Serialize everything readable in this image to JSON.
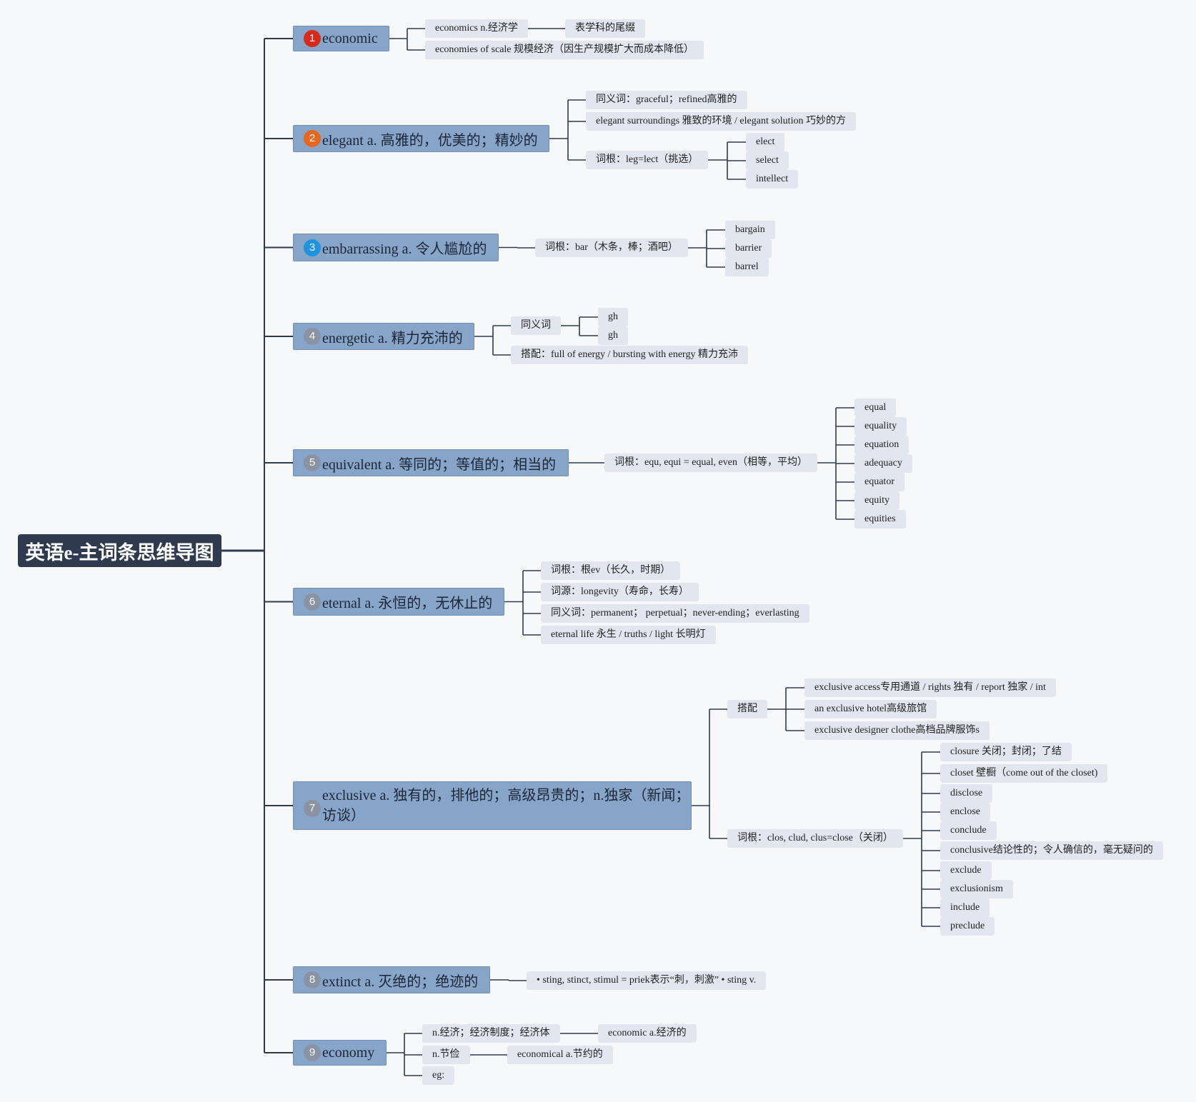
{
  "root": {
    "title": "英语e-主词条思维导图"
  },
  "topics": [
    {
      "num": "1",
      "num_color": "#d92b1c",
      "label": "economic",
      "children": [
        {
          "label": "economics n.经济学",
          "children": [
            {
              "label": "表学科的尾缀"
            }
          ]
        },
        {
          "label": "economies of scale 规模经济（因生产规模扩大而成本降低）"
        }
      ]
    },
    {
      "num": "2",
      "num_color": "#e8671c",
      "label": "elegant a. 高雅的，优美的；精妙的",
      "children": [
        {
          "label": "同义词：graceful；refined高雅的"
        },
        {
          "label": "elegant surroundings 雅致的环境 / elegant solution 巧妙的方"
        },
        {
          "label": "词根：leg=lect（挑选）",
          "children": [
            {
              "label": "elect"
            },
            {
              "label": "select"
            },
            {
              "label": "intellect"
            }
          ]
        }
      ]
    },
    {
      "num": "3",
      "num_color": "#1f93e0",
      "label": "embarrassing a. 令人尴尬的",
      "children": [
        {
          "label": "词根：bar（木条，棒；酒吧）",
          "children": [
            {
              "label": "bargain"
            },
            {
              "label": "barrier"
            },
            {
              "label": "barrel"
            }
          ]
        }
      ]
    },
    {
      "num": "4",
      "num_color": "#8a93a3",
      "label": "energetic a. 精力充沛的",
      "children": [
        {
          "label": "同义词",
          "children": [
            {
              "label": "gh"
            },
            {
              "label": "gh"
            }
          ]
        },
        {
          "label": "搭配：full of energy / bursting with energy 精力充沛"
        }
      ]
    },
    {
      "num": "5",
      "num_color": "#8a93a3",
      "label": "equivalent a. 等同的；等值的；相当的",
      "children": [
        {
          "label": "词根：equ, equi = equal, even（相等，平均）",
          "children": [
            {
              "label": "equal"
            },
            {
              "label": "equality"
            },
            {
              "label": "equation"
            },
            {
              "label": "adequacy"
            },
            {
              "label": "equator"
            },
            {
              "label": "equity"
            },
            {
              "label": "equities"
            }
          ]
        }
      ]
    },
    {
      "num": "6",
      "num_color": "#8a93a3",
      "label": "eternal a. 永恒的，无休止的",
      "children": [
        {
          "label": "词根：根ev（长久，时期）"
        },
        {
          "label": "词源：longevity（寿命，长寿）"
        },
        {
          "label": "同义词：permanent； perpetual；never-ending；everlasting"
        },
        {
          "label": "eternal life 永生 / truths / light 长明灯"
        }
      ]
    },
    {
      "num": "7",
      "num_color": "#8a93a3",
      "label": "exclusive a. 独有的，排他的；高级昂贵的；n.独家（新闻；访谈）",
      "children": [
        {
          "label": "搭配",
          "children": [
            {
              "label": "exclusive access专用通道 / rights 独有 / report 独家 / int"
            },
            {
              "label": "an exclusive hotel高级旅馆"
            },
            {
              "label": "exclusive designer clothe高档品牌服饰s"
            }
          ]
        },
        {
          "label": "词根：clos, clud, clus=close（关闭）",
          "children": [
            {
              "label": "closure 关闭；封闭；了结"
            },
            {
              "label": "closet 壁橱（come out of the closet)"
            },
            {
              "label": "disclose"
            },
            {
              "label": "enclose"
            },
            {
              "label": "conclude"
            },
            {
              "label": "conclusive结论性的；令人确信的，毫无疑问的"
            },
            {
              "label": "exclude"
            },
            {
              "label": "exclusionism"
            },
            {
              "label": "include"
            },
            {
              "label": "preclude"
            }
          ]
        }
      ]
    },
    {
      "num": "8",
      "num_color": "#8a93a3",
      "label": "extinct a. 灭绝的；绝迹的",
      "children": [
        {
          "label": "• sting, stinct, stimul = priek表示“刺，刺激” • sting v."
        }
      ]
    },
    {
      "num": "9",
      "num_color": "#8a93a3",
      "label": "economy",
      "children": [
        {
          "label": "n.经济；经济制度；经济体",
          "children": [
            {
              "label": "economic a.经济的"
            }
          ]
        },
        {
          "label": "n.节俭",
          "children": [
            {
              "label": "economical a.节约的"
            }
          ]
        },
        {
          "label": "eg:"
        }
      ]
    }
  ]
}
